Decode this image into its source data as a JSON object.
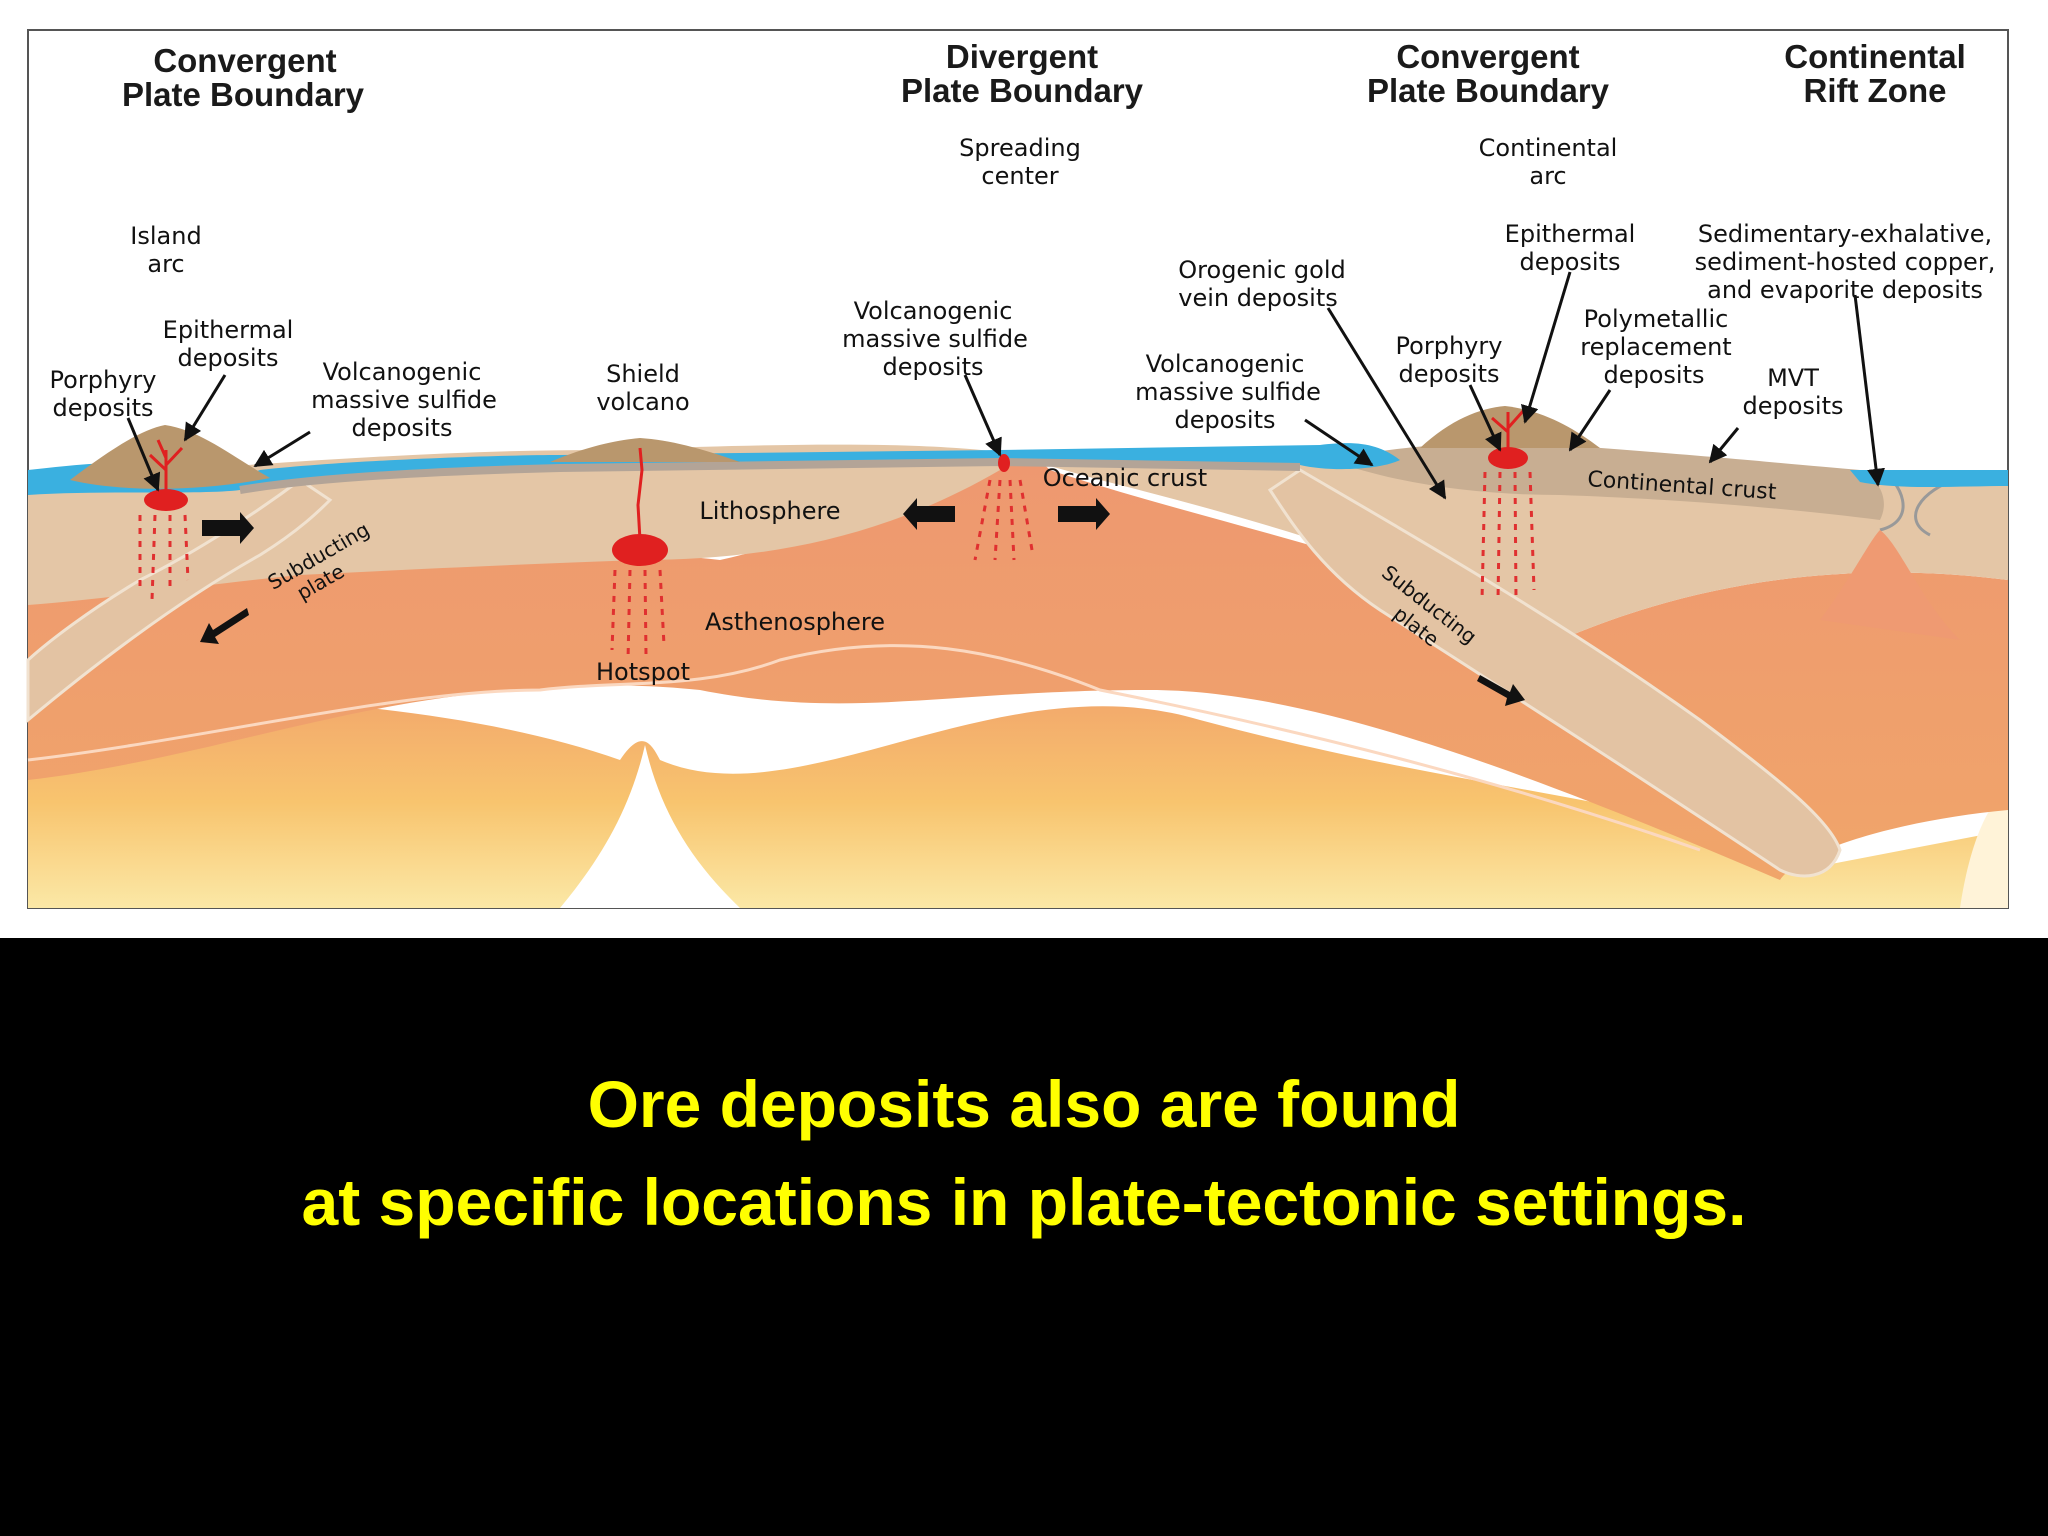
{
  "headings": {
    "convergent_left": [
      "Convergent",
      "Plate Boundary"
    ],
    "divergent": [
      "Divergent",
      "Plate Boundary"
    ],
    "convergent_right": [
      "Convergent",
      "Plate Boundary"
    ],
    "rift": [
      "Continental",
      "Rift Zone"
    ]
  },
  "labels": {
    "spreading_center": [
      "Spreading",
      "center"
    ],
    "continental_arc": [
      "Continental",
      "arc"
    ],
    "island_arc": [
      "Island",
      "arc"
    ],
    "epithermal_left": [
      "Epithermal",
      "deposits"
    ],
    "porphyry_left": [
      "Porphyry",
      "deposits"
    ],
    "vms_left": [
      "Volcanogenic",
      "massive sulfide",
      "deposits"
    ],
    "shield_volcano": [
      "Shield",
      "volcano"
    ],
    "vms_center": [
      "Volcanogenic",
      "massive sulfide",
      "deposits"
    ],
    "orogenic_gold": [
      "Orogenic gold",
      "vein deposits"
    ],
    "vms_right": [
      "Volcanogenic",
      "massive sulfide",
      "deposits"
    ],
    "epithermal_right": [
      "Epithermal",
      "deposits"
    ],
    "porphyry_right": [
      "Porphyry",
      "deposits"
    ],
    "polymetallic": [
      "Polymetallic",
      "replacement",
      "deposits"
    ],
    "sedex": [
      "Sedimentary-exhalative,",
      "sediment-hosted copper,",
      "and evaporite deposits"
    ],
    "mvt": [
      "MVT",
      "deposits"
    ],
    "oceanic_crust": "Oceanic crust",
    "lithosphere": "Lithosphere",
    "asthenosphere": "Asthenosphere",
    "hotspot": "Hotspot",
    "continental_crust": "Continental crust",
    "subducting_left": [
      "Subducting",
      "plate"
    ],
    "subducting_right": [
      "Subducting",
      "plate"
    ]
  },
  "caption": {
    "line1": "Ore deposits also are found",
    "line2": "at specific locations in plate-tectonic settings."
  },
  "colors": {
    "ocean": "#3ab0e0",
    "lithosphere": "#e3c3a3",
    "asthenosphere": "#ef9a72",
    "mantle_deep": "#f7c070",
    "magma": "#e02020",
    "caption": "#ffff00"
  }
}
